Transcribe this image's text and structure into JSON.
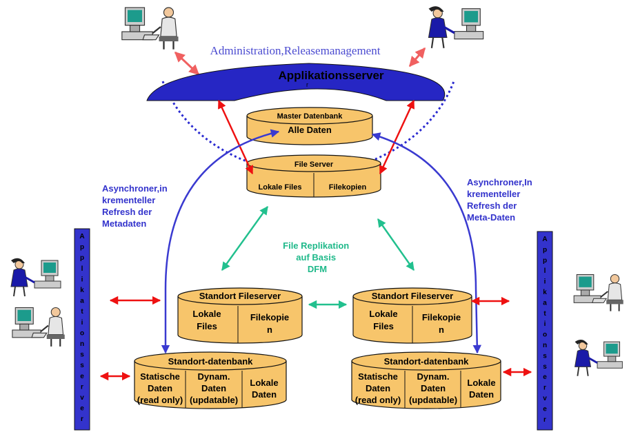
{
  "admin_label": "Administration,Releasemanagement",
  "appserver_arc_label": "Applikationsserver",
  "appserver_marker": "r",
  "master_db": {
    "title": "Master Datenbank",
    "content": "Alle Daten"
  },
  "file_server": {
    "title": "File Server",
    "left": "Lokale Files",
    "right": "Filekopien"
  },
  "left_refresh": [
    "Asynchroner,in",
    "krementeller",
    "Refresh der",
    "Metadaten"
  ],
  "right_refresh": [
    "Asynchroner,In",
    "krementeller",
    "Refresh der",
    "Meta-Daten"
  ],
  "replication": [
    "File Replikation",
    "auf Basis",
    "DFM"
  ],
  "site_fileserver": {
    "title": "Standort Fileserver",
    "left": [
      "Lokale",
      "Files"
    ],
    "right": [
      "Filekopie",
      "n"
    ]
  },
  "site_db": {
    "title": "Standort-datenbank",
    "col1": [
      "Statische",
      "Daten",
      "(read only)"
    ],
    "col2": [
      "Dynam.",
      "Daten",
      "(updatable)"
    ],
    "col3": [
      "Lokale",
      "Daten"
    ]
  },
  "side_appserver_letters": [
    "A",
    "p",
    "p",
    "l",
    "i",
    "k",
    "a",
    "t",
    "i",
    "o",
    "n",
    "s",
    "s",
    "e",
    "r",
    "v",
    "e",
    "r"
  ],
  "colors": {
    "cylinder": "#f7c56b",
    "arc": "#2a2ad0",
    "side_bar": "#3333cc",
    "red_arrow": "#ee1111",
    "blue_arrow": "#3a3ad0",
    "teal_arrow": "#22c08e",
    "salmon_arrow": "#f06060"
  },
  "icons": [
    "workstation-user-icon"
  ]
}
